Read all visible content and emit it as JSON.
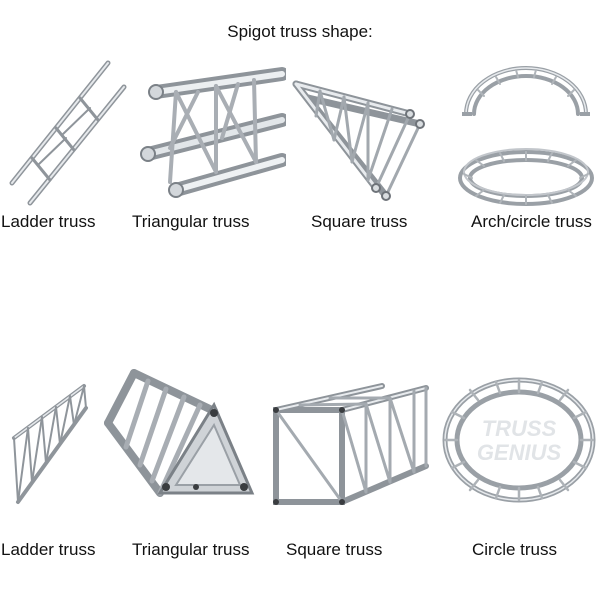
{
  "title": "Spigot truss shape:",
  "watermark": "TRUSS GENIUS",
  "rows": [
    {
      "items": [
        {
          "label": "Ladder truss",
          "icon": "ladder-truss-icon"
        },
        {
          "label": "Triangular truss",
          "icon": "triangular-truss-icon"
        },
        {
          "label": "Square truss",
          "icon": "square-truss-icon"
        },
        {
          "label": "Arch/circle truss",
          "icon": "arch-circle-truss-icon"
        }
      ]
    },
    {
      "items": [
        {
          "label": "Ladder truss",
          "icon": "ladder-truss-icon"
        },
        {
          "label": "Triangular truss",
          "icon": "triangular-truss-icon"
        },
        {
          "label": "Square truss",
          "icon": "square-truss-icon"
        },
        {
          "label": "Circle truss",
          "icon": "circle-truss-icon"
        }
      ]
    }
  ],
  "colors": {
    "metal_light": "#e4e7ea",
    "metal_mid": "#aeb3b8",
    "metal_dark": "#6e7379",
    "text": "#111111"
  }
}
